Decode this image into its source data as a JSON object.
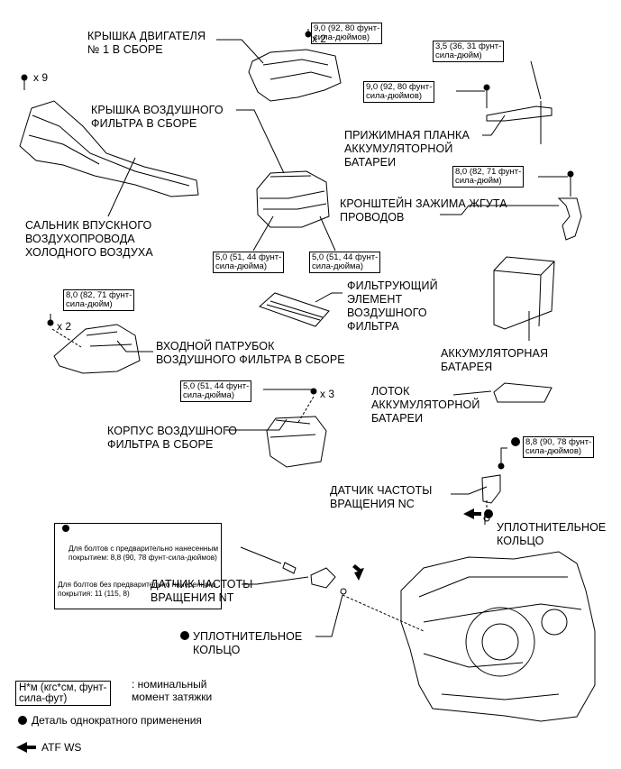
{
  "labels": {
    "engine_cover": "КРЫШКА ДВИГАТЕЛЯ\n№ 1 В СБОРЕ",
    "air_filter_cover": "КРЫШКА ВОЗДУШНОГО\nФИЛЬТРА В СБОРЕ",
    "cold_air_seal": "САЛЬНИК ВПУСКНОГО\nВОЗДУХОПРОВОДА\nХОЛОДНОГО ВОЗДУХА",
    "battery_clamp": "ПРИЖИМНАЯ ПЛАНКА\nАККУМУЛЯТОРНОЙ\nБАТАРЕИ",
    "harness_bracket": "КРОНШТЕЙН ЗАЖИМА ЖГУТА\nПРОВОДОВ",
    "filter_element": "ФИЛЬТРУЮЩИЙ\nЭЛЕМЕНТ\nВОЗДУШНОГО\nФИЛЬТРА",
    "intake_pipe": "ВХОДНОЙ ПАТРУБОК\nВОЗДУШНОГО ФИЛЬТРА В СБОРЕ",
    "battery": "АККУМУЛЯТОРНАЯ\nБАТАРЕЯ",
    "battery_tray": "ЛОТОК\nАККУМУЛЯТОРНОЙ\nБАТАРЕИ",
    "filter_case": "КОРПУС ВОЗДУШНОГО\nФИЛЬТРА В СБОРЕ",
    "speed_sensor_nc": "ДАТЧИК ЧАСТОТЫ\nВРАЩЕНИЯ NC",
    "o_ring_1": "УПЛОТНИТЕЛЬНОЕ\nКОЛЬЦО",
    "speed_sensor_nt": "ДАТЧИК ЧАСТОТЫ\nВРАЩЕНИЯ NT",
    "o_ring_2": "УПЛОТНИТЕЛЬНОЕ\nКОЛЬЦО"
  },
  "torques": {
    "t_engine_cover": "9,0 (92, 80 фунт-\nсила-дюймов)",
    "t_clamp_upper": "3,5 (36, 31 фунт-\nсила-дюйм)",
    "t_clamp_lower": "9,0 (92, 80 фунт-\nсила-дюймов)",
    "t_bracket": "8,0 (82, 71 фунт-\nсила-дюйм)",
    "t_cover_left": "5,0 (51, 44 фунт-\nсила-дюйма)",
    "t_cover_right": "5,0 (51, 44 фунт-\nсила-дюйма)",
    "t_intake": "8,0 (82, 71 фунт-\nсила-дюйм)",
    "t_case": "5,0 (51, 44 фунт-\nсила-дюйма)",
    "t_nc": "8,8 (90, 78 фунт-\nсила-дюймов)",
    "t_nt_line1": "Для болтов с предварительно нанесенным\nпокрытием: 8,8 (90, 78 фунт-сила-дюймов)",
    "t_nt_line2": "Для болтов без предварительно нанесенного\nпокрытия: 11 (115, 8)"
  },
  "quantities": {
    "q_engine_cover": "x 2",
    "q_seal": "x 9",
    "q_intake": "x 2",
    "q_case": "x 3"
  },
  "legend": {
    "unit_box": "Н*м (кгс*см, фунт-\nсила-фут)",
    "unit_text": ": номинальный\nмомент затяжки",
    "single_use": "Деталь однократного применения",
    "atf": "ATF WS"
  }
}
